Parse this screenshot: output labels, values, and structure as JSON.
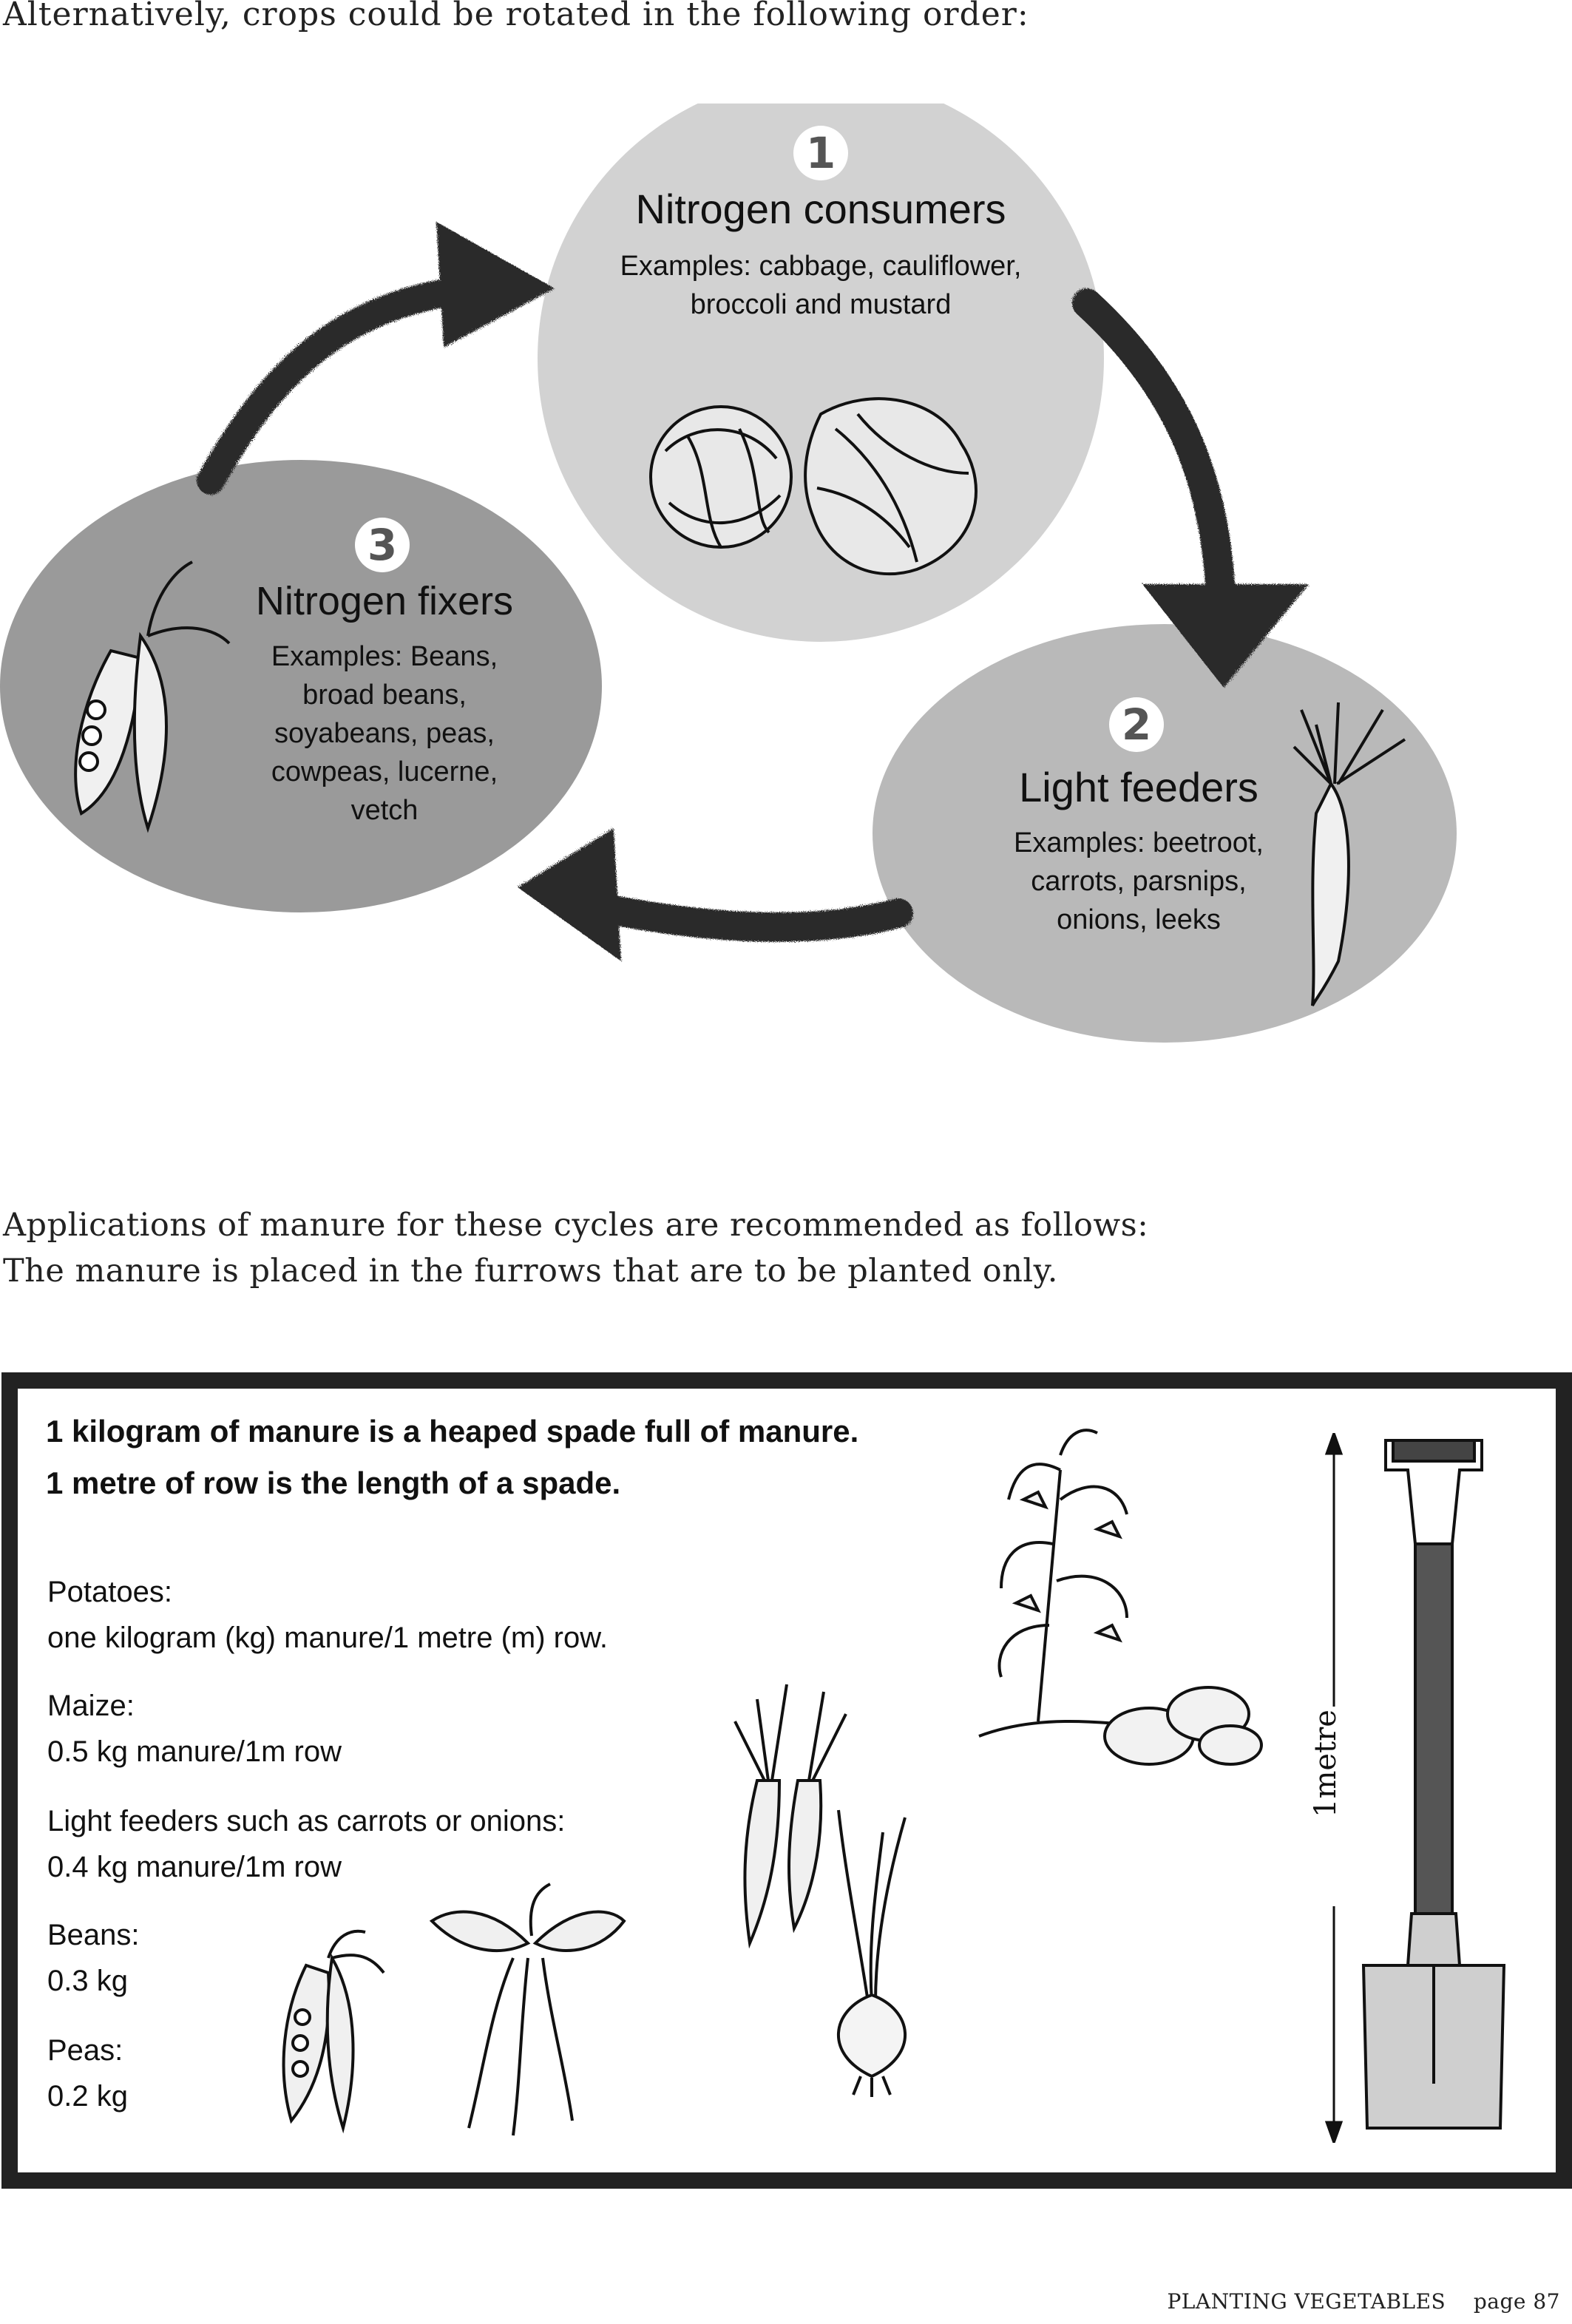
{
  "intro": "Alternatively, crops could be rotated in the following order:",
  "cycle": {
    "steps": [
      {
        "number": "1",
        "title": "Nitrogen consumers",
        "examples": [
          "Examples: cabbage, cauliflower,",
          "broccoli and mustard"
        ]
      },
      {
        "number": "2",
        "title": "Light feeders",
        "examples": [
          "Examples: beetroot,",
          "carrots, parsnips,",
          "onions, leeks"
        ]
      },
      {
        "number": "3",
        "title": "Nitrogen fixers",
        "examples": [
          "Examples: Beans,",
          "broad beans,",
          "soyabeans,  peas,",
          "cowpeas, lucerne,",
          "vetch"
        ]
      }
    ]
  },
  "applications": {
    "line1": "Applications of manure for these cycles are recommended as follows:",
    "line2": "The manure is placed in the furrows that are to be planted only."
  },
  "manure_box": {
    "rule1": "1 kilogram of manure is a heaped spade full of manure.",
    "rule2": "1 metre of row is the length of a spade.",
    "rates": [
      {
        "crop": "Potatoes:",
        "amount": "one kilogram (kg) manure/1 metre (m) row."
      },
      {
        "crop": "Maize:",
        "amount": "0.5 kg manure/1m row"
      },
      {
        "crop": "Light feeders such as carrots or onions:",
        "amount": "0.4 kg manure/1m row"
      },
      {
        "crop": "Beans:",
        "amount": "0.3 kg"
      },
      {
        "crop": "Peas:",
        "amount": "0.2 kg"
      }
    ],
    "metre_label": "1metre"
  },
  "footer": {
    "section": "PLANTING VEGETABLES",
    "page": "page 87"
  },
  "colors": {
    "circle1": "#d2d2d2",
    "circle2": "#b9b9b9",
    "circle3": "#9a9a9a",
    "arrow": "#2a2a2a",
    "frame": "#222222"
  },
  "icons": [
    "cabbage-icon",
    "carrot-icon",
    "peapod-icon",
    "potato-plant-icon",
    "carrots-bunch-icon",
    "onion-icon",
    "bean-plant-icon",
    "spade-icon"
  ]
}
